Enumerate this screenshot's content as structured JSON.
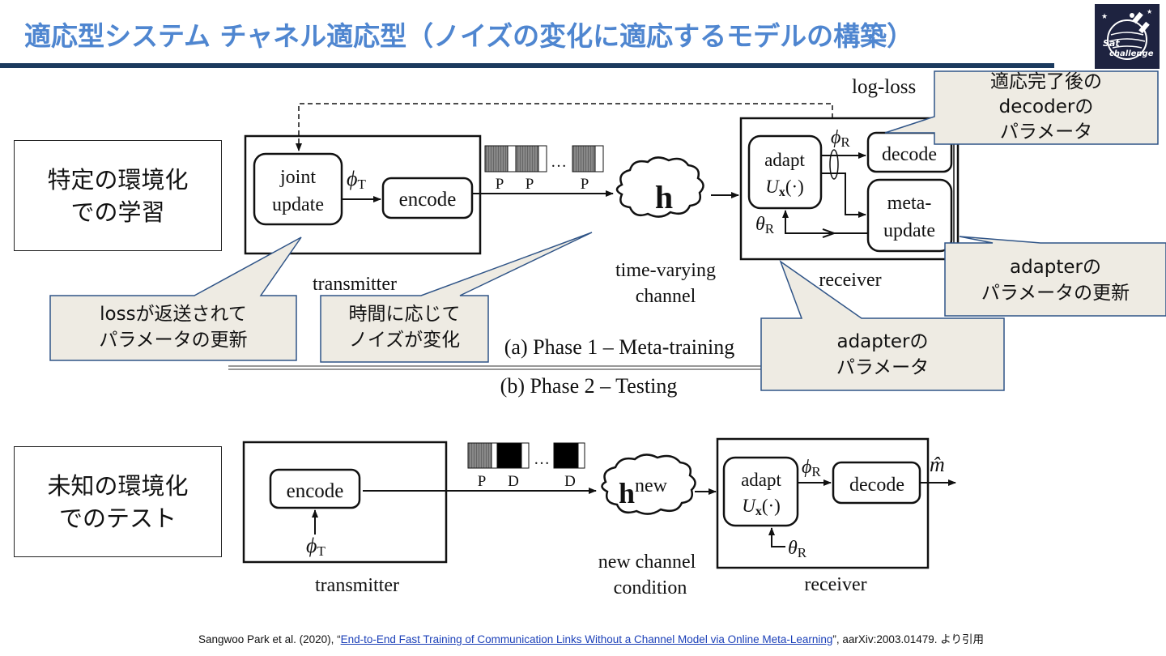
{
  "slide": {
    "title": "適応型システム チャネル適応型（ノイズの変化に適応するモデルの構築）",
    "accent_color": "#4f86d0",
    "bar_color": "#1b3a5e",
    "logo": {
      "icon": "sat-challenge-logo-icon",
      "text_line1": "Sat",
      "text_line2": "challenge"
    }
  },
  "side_labels": {
    "training": "特定の環境化\nでの学習",
    "training_line1": "特定の環境化",
    "training_line2": "での学習",
    "testing_line1": "未知の環境化",
    "testing_line2": "でのテスト"
  },
  "phase1": {
    "caption": "(a) Phase 1 – Meta-training",
    "feedback_label": "log-loss",
    "transmitter": {
      "label": "transmitter",
      "joint_update_line1": "joint",
      "joint_update_line2": "update",
      "param": "ϕ",
      "param_sub": "T",
      "encode": "encode"
    },
    "packets": [
      "P",
      "P",
      "P"
    ],
    "ellipsis": "…",
    "channel": {
      "symbol": "h",
      "label_line1": "time-varying",
      "label_line2": "channel"
    },
    "receiver": {
      "label": "receiver",
      "adapt_line1": "adapt",
      "adapt_fn": "U",
      "adapt_sub": "x",
      "adapt_args": "(·)",
      "phi": "ϕ",
      "phi_sub": "R",
      "theta": "θ",
      "theta_sub": "R",
      "decode": "decode",
      "meta_update_line1": "meta-",
      "meta_update_line2": "update"
    }
  },
  "phase2": {
    "caption": "(b) Phase 2 – Testing",
    "transmitter": {
      "label": "transmitter",
      "encode": "encode",
      "param": "ϕ",
      "param_sub": "T"
    },
    "packets": [
      "P",
      "D",
      "D"
    ],
    "ellipsis": "…",
    "channel": {
      "symbol": "h",
      "superscript": "new",
      "label_line1": "new channel",
      "label_line2": "condition"
    },
    "receiver": {
      "label": "receiver",
      "adapt_line1": "adapt",
      "adapt_fn": "U",
      "adapt_sub": "x",
      "adapt_args": "(·)",
      "phi": "ϕ",
      "phi_sub": "R",
      "theta": "θ",
      "theta_sub": "R",
      "decode": "decode",
      "output": "m̂"
    }
  },
  "callouts": [
    {
      "id": "loss",
      "line1": "lossが返送されて",
      "line2": "パラメータの更新"
    },
    {
      "id": "noise",
      "line1": "時間に応じて",
      "line2": "ノイズが変化"
    },
    {
      "id": "decoder-params",
      "line1": "適応完了後の",
      "line2": "decoderの",
      "line3": "パラメータ"
    },
    {
      "id": "adapter-update",
      "line1": "adapterの",
      "line2": "パラメータの更新"
    },
    {
      "id": "adapter-params",
      "line1": "adapterの",
      "line2": "パラメータ"
    }
  ],
  "callout_style": {
    "fill": "#eeebe3",
    "stroke": "#2f5487"
  },
  "citation": {
    "prefix": "Sangwoo Park et al. (2020), “",
    "link_text": "End-to-End Fast Training of Communication Links Without a Channel Model via Online Meta-Learning",
    "suffix": "”, aarXiv:2003.01479. より引用"
  }
}
